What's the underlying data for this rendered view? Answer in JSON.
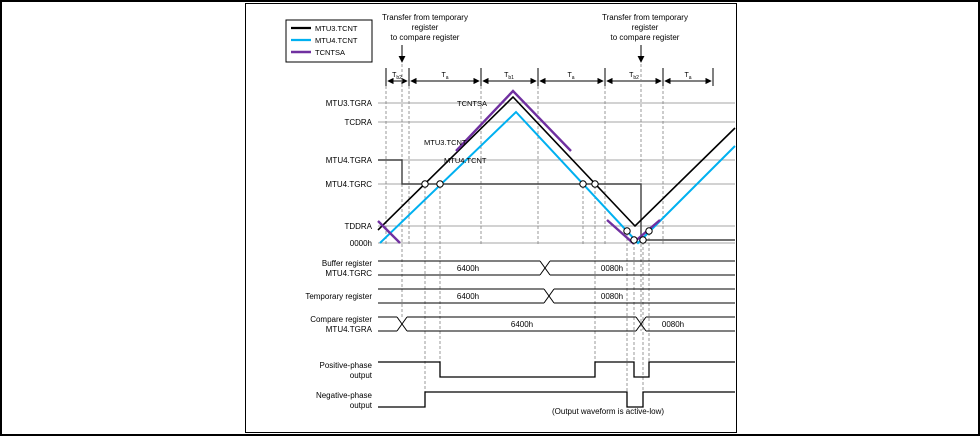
{
  "colors": {
    "mtu3_tcnt": "#000000",
    "mtu4_tcnt": "#00b0f0",
    "tcntsa": "#7030a0",
    "grid": "#a6a6a6",
    "dash": "#808080"
  },
  "legend": {
    "items": [
      {
        "label": "MTU3.TCNT"
      },
      {
        "label": "MTU4.TCNT"
      },
      {
        "label": "TCNTSA"
      }
    ]
  },
  "annotation": {
    "line1": "Transfer from temporary",
    "line2": "register",
    "line3": "to compare register"
  },
  "periods": [
    {
      "main": "T",
      "sub": "b2"
    },
    {
      "main": "T",
      "sub": "a"
    },
    {
      "main": "T",
      "sub": "b1"
    },
    {
      "main": "T",
      "sub": "a"
    },
    {
      "main": "T",
      "sub": "b2"
    },
    {
      "main": "T",
      "sub": "a"
    }
  ],
  "levels": {
    "mtu3_tgra": "MTU3.TGRA",
    "tcdra": "TCDRA",
    "mtu4_tgra": "MTU4.TGRA",
    "mtu4_tgrc": "MTU4.TGRC",
    "tddra": "TDDRA",
    "zero": "0000h"
  },
  "curves": {
    "tcntsa": "TCNTSA",
    "mtu3": "MTU3.TCNT",
    "mtu4": "MTU4.TCNT"
  },
  "rows": {
    "buffer": {
      "label1": "Buffer register",
      "label2": "MTU4.TGRC",
      "value1": "6400h",
      "value2": "0080h"
    },
    "temporary": {
      "label": "Temporary register",
      "value1": "6400h",
      "value2": "0080h"
    },
    "compare": {
      "label1": "Compare register",
      "label2": "MTU4.TGRA",
      "value1": "6400h",
      "value2": "0080h"
    },
    "positive": {
      "label1": "Positive-phase",
      "label2": "output"
    },
    "negative": {
      "label1": "Negative-phase",
      "label2": "output"
    }
  },
  "footnote": "(Output waveform is active-low)"
}
